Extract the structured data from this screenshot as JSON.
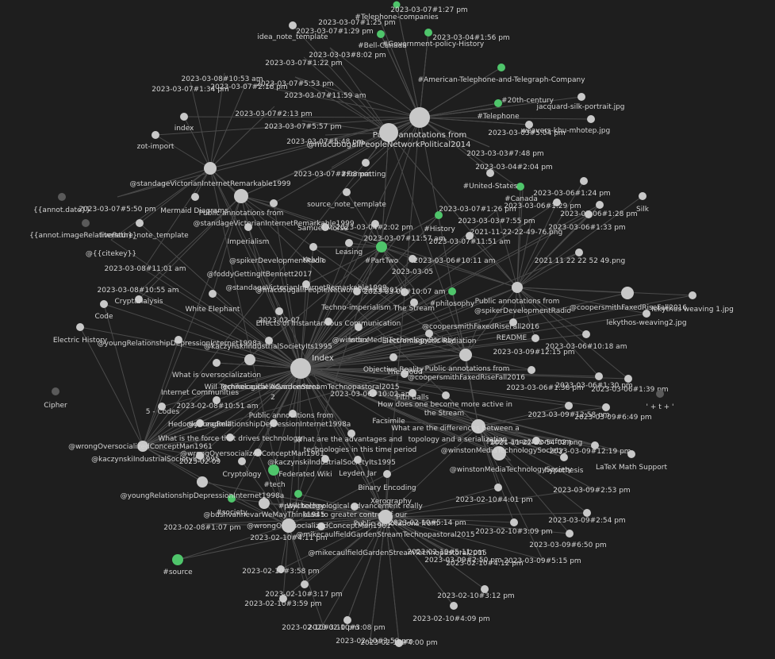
{
  "view": {
    "name": "graph-view",
    "background": "#1e1e1e",
    "edge_color": "#4a4a4a"
  },
  "colors": {
    "note": "#c8c8c8",
    "tag": "#4fc56b",
    "orphan": "#5a5a5a"
  },
  "nodes": [
    {
      "id": "n1",
      "label": "2023-03-07#1:27 pm",
      "type": "tag"
    },
    {
      "id": "n2",
      "label": "#Telephone-companies",
      "type": "note"
    },
    {
      "id": "n3",
      "label": "2023-03-07#1:25 pm",
      "type": "note"
    },
    {
      "id": "n4",
      "label": "idea_note_template",
      "type": "note"
    },
    {
      "id": "n5",
      "label": "2023-03-07#1:29 pm",
      "type": "tag"
    },
    {
      "id": "n6",
      "label": "#Bell-Canada",
      "type": "tag"
    },
    {
      "id": "n7",
      "label": "2023-03-04#1:56 pm",
      "type": "tag"
    },
    {
      "id": "n8",
      "label": "#Government-policy-History",
      "type": "note"
    },
    {
      "id": "n9",
      "label": "2023-03-03#8:02 pm",
      "type": "note"
    },
    {
      "id": "n10",
      "label": "2023-03-07#1:22 pm",
      "type": "note"
    },
    {
      "id": "n11",
      "label": "#American-Telephone-and-Telegraph-Company",
      "type": "tag"
    },
    {
      "id": "n12",
      "label": "2023-03-08#10:53 am",
      "type": "note"
    },
    {
      "id": "n13",
      "label": "2023-03-07#5:53 pm",
      "type": "note"
    },
    {
      "id": "n14",
      "label": "2023-03-07#1:34 pm",
      "type": "note"
    },
    {
      "id": "n15",
      "label": "2023-03-07#2:16 pm",
      "type": "note"
    },
    {
      "id": "n16",
      "label": "2023-03-07#11:59 am",
      "type": "note"
    },
    {
      "id": "n17",
      "label": "#20th-century",
      "type": "tag"
    },
    {
      "id": "n18",
      "label": "jacquard-silk-portrait.jpg",
      "type": "note"
    },
    {
      "id": "n19",
      "label": "#Telephone",
      "type": "tag"
    },
    {
      "id": "n20",
      "label": "2023-03-07#2:13 pm",
      "type": "note"
    },
    {
      "id": "n21",
      "label": "index",
      "type": "note"
    },
    {
      "id": "n22",
      "label": "2023-03-07#5:57 pm",
      "type": "note"
    },
    {
      "id": "n23",
      "label": "Public annotations from",
      "type": "note"
    },
    {
      "id": "n24",
      "label": "@macdougallPeopleNetworkPolitical2014",
      "type": "note"
    },
    {
      "id": "n25",
      "label": "2023-03-03#5:04 pm",
      "type": "note"
    },
    {
      "id": "n26",
      "label": "weavers-khu-mhotep.jpg",
      "type": "note"
    },
    {
      "id": "n27",
      "label": "zot-import",
      "type": "note"
    },
    {
      "id": "n28",
      "label": "2023-03-07#5:48 pm",
      "type": "note"
    },
    {
      "id": "n29",
      "label": "2023-03-03#7:48 pm",
      "type": "note"
    },
    {
      "id": "n30",
      "label": "2023-03-07#2:08 pm",
      "type": "note"
    },
    {
      "id": "n31",
      "label": "#Formatting",
      "type": "note"
    },
    {
      "id": "n32",
      "label": "2023-03-04#2:04 pm",
      "type": "note"
    },
    {
      "id": "n33",
      "label": "@standageVictorianInternetRemarkable1999",
      "type": "note"
    },
    {
      "id": "n34",
      "label": "#United-States",
      "type": "tag"
    },
    {
      "id": "n35",
      "label": "#Canada",
      "type": "tag"
    },
    {
      "id": "n36",
      "label": "2023-03-06#1:24 pm",
      "type": "note"
    },
    {
      "id": "n37",
      "label": "source_note_template",
      "type": "note"
    },
    {
      "id": "n38",
      "label": "Silk",
      "type": "note"
    },
    {
      "id": "n39",
      "label": "{{annot.date}}",
      "type": "orphan"
    },
    {
      "id": "n40",
      "label": "2023-03-07#5:50 pm",
      "type": "note"
    },
    {
      "id": "n41",
      "label": "Mermaid Diagrams",
      "type": "note"
    },
    {
      "id": "n42",
      "label": "Public annotations from",
      "type": "note"
    },
    {
      "id": "n43",
      "label": "2023-03-07#1:26 pm",
      "type": "tag"
    },
    {
      "id": "n44",
      "label": "2023-03-06#1:29 pm",
      "type": "note"
    },
    {
      "id": "n45",
      "label": "2023-03-06#1:28 pm",
      "type": "note"
    },
    {
      "id": "n46",
      "label": "@standageVictorianInternetRemarkable1999",
      "type": "note"
    },
    {
      "id": "n47",
      "label": "Samuel Morse",
      "type": "note"
    },
    {
      "id": "n48",
      "label": "2023-03-04#2:02 pm",
      "type": "note"
    },
    {
      "id": "n49",
      "label": "2023-03-03#7:55 pm",
      "type": "note"
    },
    {
      "id": "n50",
      "label": "2021-11-22-22-49-76.png",
      "type": "note"
    },
    {
      "id": "n51",
      "label": "2023-03-06#1:33 pm",
      "type": "note"
    },
    {
      "id": "n52",
      "label": "{{annot.imageRelativePath}}",
      "type": "orphan"
    },
    {
      "id": "n53",
      "label": "literature_note_template",
      "type": "note"
    },
    {
      "id": "n54",
      "label": "Imperialism",
      "type": "note"
    },
    {
      "id": "n55",
      "label": "2023-03-07#11:57 am",
      "type": "note"
    },
    {
      "id": "n56",
      "label": "#History",
      "type": "tag"
    },
    {
      "id": "n57",
      "label": "2023-03-07#11:51 am",
      "type": "note"
    },
    {
      "id": "n58",
      "label": "@{{citekey}}",
      "type": "note"
    },
    {
      "id": "n59",
      "label": "Leasing",
      "type": "note"
    },
    {
      "id": "n60",
      "label": "#PartTwo",
      "type": "tag"
    },
    {
      "id": "n61",
      "label": "@spikerDevelopmentRadio",
      "type": "note"
    },
    {
      "id": "n62",
      "label": "Kelvin",
      "type": "note"
    },
    {
      "id": "n63",
      "label": "2023-03-06#10:11 am",
      "type": "note"
    },
    {
      "id": "n64",
      "label": "2021 11 22 22 52 49.png",
      "type": "note"
    },
    {
      "id": "n65",
      "label": "2023-03-08#11:01 am",
      "type": "note"
    },
    {
      "id": "n66",
      "label": "@foddyGettingItBennett2017",
      "type": "note"
    },
    {
      "id": "n67",
      "label": "2023-03-05",
      "type": "note"
    },
    {
      "id": "n68",
      "label": "@standageVictorianInternetRemarkable1999",
      "type": "note"
    },
    {
      "id": "n69",
      "label": "@macdougallPeopleNetworkPolitical2014",
      "type": "note"
    },
    {
      "id": "n70",
      "label": "2023-03-08#10:55 am",
      "type": "note"
    },
    {
      "id": "n71",
      "label": "2023-03-06#10:07 am",
      "type": "note"
    },
    {
      "id": "n72",
      "label": "#philosophy",
      "type": "tag"
    },
    {
      "id": "n73",
      "label": "Public annotations from",
      "type": "note"
    },
    {
      "id": "n74",
      "label": "@spikerDevelopmentRadio",
      "type": "note"
    },
    {
      "id": "n75",
      "label": "lekythos weaving 1.jpg",
      "type": "note"
    },
    {
      "id": "n76",
      "label": "Cryptanalysis",
      "type": "note"
    },
    {
      "id": "n77",
      "label": "White Elephant",
      "type": "note"
    },
    {
      "id": "n78",
      "label": "Techno-imperialism",
      "type": "note"
    },
    {
      "id": "n79",
      "label": "The Stream",
      "type": "note"
    },
    {
      "id": "n80",
      "label": "Code",
      "type": "note"
    },
    {
      "id": "n81",
      "label": "2023-02-07",
      "type": "note"
    },
    {
      "id": "n82",
      "label": "Effects of Instantaneous Communication",
      "type": "note"
    },
    {
      "id": "n83",
      "label": "@coopersmithFaxedRiseFall2016",
      "type": "note"
    },
    {
      "id": "n84",
      "label": "lekythos-weaving2.jpg",
      "type": "note"
    },
    {
      "id": "n85",
      "label": "Electric History",
      "type": "note"
    },
    {
      "id": "n86",
      "label": "@youngRelationshipDepressionInternet1998a",
      "type": "note"
    },
    {
      "id": "n87",
      "label": "@winstonMediaTechnologySociety",
      "type": "note"
    },
    {
      "id": "n88",
      "label": "Electromagnetic Radiation",
      "type": "note"
    },
    {
      "id": "n89",
      "label": "@coopersmithFaxedRiseFall2016",
      "type": "note"
    },
    {
      "id": "n90",
      "label": "README",
      "type": "note"
    },
    {
      "id": "n91",
      "label": "@kaczynskiIndustrialSocietyIts1995",
      "type": "note"
    },
    {
      "id": "n92",
      "label": "2023-03-06#10:18 am",
      "type": "note"
    },
    {
      "id": "n93",
      "label": "Index",
      "type": "note"
    },
    {
      "id": "n94",
      "label": "2023-03-09#12:15 pm",
      "type": "note"
    },
    {
      "id": "n95",
      "label": "What is oversocialization",
      "type": "note"
    },
    {
      "id": "n96",
      "label": "Index",
      "type": "note"
    },
    {
      "id": "n97",
      "label": "Objective Reality",
      "type": "note"
    },
    {
      "id": "n98",
      "label": "Public annotations from",
      "type": "note"
    },
    {
      "id": "n99",
      "label": "Will Technological Advancement",
      "type": "note"
    },
    {
      "id": "n100",
      "label": "@mikecaulfieldGardenStreamTechnopastoral2015",
      "type": "note"
    },
    {
      "id": "n101",
      "label": "The Cloud",
      "type": "note"
    },
    {
      "id": "n102",
      "label": "@coopersmithFaxedRiseFall2016",
      "type": "note"
    },
    {
      "id": "n103",
      "label": "2023-03-06#1:38 pm",
      "type": "note"
    },
    {
      "id": "n104",
      "label": "2023-03-06#1:30 pm",
      "type": "note"
    },
    {
      "id": "n105",
      "label": "2023-03-06#1:39 pm",
      "type": "note"
    },
    {
      "id": "n106",
      "label": "Internet Communities",
      "type": "note"
    },
    {
      "id": "n107",
      "label": "2",
      "type": "note"
    },
    {
      "id": "n108",
      "label": "2023-03-06#10:02 am",
      "type": "note"
    },
    {
      "id": "n109",
      "label": "Pith Balls",
      "type": "note"
    },
    {
      "id": "n110",
      "label": "Cipher",
      "type": "orphan"
    },
    {
      "id": "n111",
      "label": "2023-02-08#10:51 am",
      "type": "note"
    },
    {
      "id": "n112",
      "label": "How does one become more active in",
      "type": "note"
    },
    {
      "id": "n113",
      "label": "the Stream",
      "type": "note"
    },
    {
      "id": "n114",
      "label": "5 - Codes",
      "type": "note"
    },
    {
      "id": "n115",
      "label": "Public annotations from",
      "type": "note"
    },
    {
      "id": "n116",
      "label": "@youngRelationshipDepressionInternet1998a",
      "type": "note"
    },
    {
      "id": "n117",
      "label": "Facsimile",
      "type": "note"
    },
    {
      "id": "n118",
      "label": "2023-03-09#12:58 pm",
      "type": "note"
    },
    {
      "id": "n119",
      "label": "2023-03-09#6:49 pm",
      "type": "note"
    },
    {
      "id": "n120",
      "label": "' + t + '",
      "type": "orphan"
    },
    {
      "id": "n121",
      "label": "Hedonic Treadmill",
      "type": "note"
    },
    {
      "id": "n122",
      "label": "What are the differences between a",
      "type": "note"
    },
    {
      "id": "n123",
      "label": "topology and a serialization",
      "type": "note"
    },
    {
      "id": "n124",
      "label": "What is the force that drives technology",
      "type": "note"
    },
    {
      "id": "n125",
      "label": "What are the advantages and",
      "type": "note"
    },
    {
      "id": "n126",
      "label": "Public annotations from",
      "type": "note"
    },
    {
      "id": "n127",
      "label": "2021-11-22-22-54-02.png",
      "type": "note"
    },
    {
      "id": "n128",
      "label": "@wrongOversocializedConceptMan1961",
      "type": "note"
    },
    {
      "id": "n129",
      "label": "@wrongOversocializedConceptMan1961",
      "type": "note"
    },
    {
      "id": "n130",
      "label": "technologies in this time period",
      "type": "note"
    },
    {
      "id": "n131",
      "label": "@winstonMediaTechnologySociety",
      "type": "note"
    },
    {
      "id": "n132",
      "label": "2023-03-09#12:19 pm",
      "type": "note"
    },
    {
      "id": "n133",
      "label": "@kaczynskiIndustrialSocietyIts1995",
      "type": "note"
    },
    {
      "id": "n134",
      "label": "2023-02-09",
      "type": "note"
    },
    {
      "id": "n135",
      "label": "@kaczynskiIndustrialSocietyIts1995",
      "type": "note"
    },
    {
      "id": "n136",
      "label": "Cryptology",
      "type": "note"
    },
    {
      "id": "n137",
      "label": "Federated Wiki",
      "type": "tag"
    },
    {
      "id": "n138",
      "label": "Leyden Jar",
      "type": "note"
    },
    {
      "id": "n139",
      "label": "@winstonMediaTechnologySociety",
      "type": "note"
    },
    {
      "id": "n140",
      "label": "hypothesis",
      "type": "note"
    },
    {
      "id": "n141",
      "label": "LaTeX Math Support",
      "type": "note"
    },
    {
      "id": "n142",
      "label": "#tech",
      "type": "tag"
    },
    {
      "id": "n143",
      "label": "Binary Encoding",
      "type": "note"
    },
    {
      "id": "n144",
      "label": "#society",
      "type": "tag"
    },
    {
      "id": "n145",
      "label": "@youngRelationshipDepressionInternet1998a",
      "type": "note"
    },
    {
      "id": "n146",
      "label": "2023-03-09#2:53 pm",
      "type": "note"
    },
    {
      "id": "n147",
      "label": "#psychology",
      "type": "tag"
    },
    {
      "id": "n148",
      "label": "Xerography",
      "type": "note"
    },
    {
      "id": "n149",
      "label": "2023-02-10#4:01 pm",
      "type": "note"
    },
    {
      "id": "n150",
      "label": "Will technological advancement really",
      "type": "note"
    },
    {
      "id": "n151",
      "label": "lead to greater control of our",
      "type": "note"
    },
    {
      "id": "n152",
      "label": "@bushvannevarWeMayThink1945",
      "type": "note"
    },
    {
      "id": "n153",
      "label": "2023-02-10#5:14 pm",
      "type": "note"
    },
    {
      "id": "n154",
      "label": "2023-03-09#2:54 pm",
      "type": "note"
    },
    {
      "id": "n155",
      "label": "2023-02-08#1:07 pm",
      "type": "note"
    },
    {
      "id": "n156",
      "label": "@wrongOversocializedConceptMan1961",
      "type": "note"
    },
    {
      "id": "n157",
      "label": "Public annotations from",
      "type": "note"
    },
    {
      "id": "n158",
      "label": "2023-02-10#3:09 pm",
      "type": "note"
    },
    {
      "id": "n159",
      "label": "2023-02-10#4:11 pm",
      "type": "note"
    },
    {
      "id": "n160",
      "label": "@mikecaulfieldGardenStreamTechnopastoral2015",
      "type": "note"
    },
    {
      "id": "n161",
      "label": "2023-03-09#6:50 pm",
      "type": "note"
    },
    {
      "id": "n162",
      "label": "@mikecaulfieldGardenStreamTechnopastoral2015",
      "type": "note"
    },
    {
      "id": "n163",
      "label": "2023-02-10#5:11 pm",
      "type": "note"
    },
    {
      "id": "n164",
      "label": "2023-03-09#2:50 pm",
      "type": "note"
    },
    {
      "id": "n165",
      "label": "2023-02-10#4:12 pm",
      "type": "note"
    },
    {
      "id": "n166",
      "label": "2023-03-09#5:15 pm",
      "type": "note"
    },
    {
      "id": "n167",
      "label": "#source",
      "type": "tag"
    },
    {
      "id": "n168",
      "label": "2023-02-10#3:58 pm",
      "type": "note"
    },
    {
      "id": "n169",
      "label": "2023-02-10#3:17 pm",
      "type": "note"
    },
    {
      "id": "n170",
      "label": "2023-02-10#3:12 pm",
      "type": "note"
    },
    {
      "id": "n171",
      "label": "2023-02-10#3:59 pm",
      "type": "note"
    },
    {
      "id": "n172",
      "label": "2023-02-10#4:09 pm",
      "type": "note"
    },
    {
      "id": "n173",
      "label": "2023-02-10#3:10 pm",
      "type": "note"
    },
    {
      "id": "n174",
      "label": "2023-02-10#3:08 pm",
      "type": "note"
    },
    {
      "id": "n175",
      "label": "2023-02-10#3:50 pm",
      "type": "note"
    },
    {
      "id": "n176",
      "label": "2023-02-10#4:00 pm",
      "type": "note"
    }
  ]
}
